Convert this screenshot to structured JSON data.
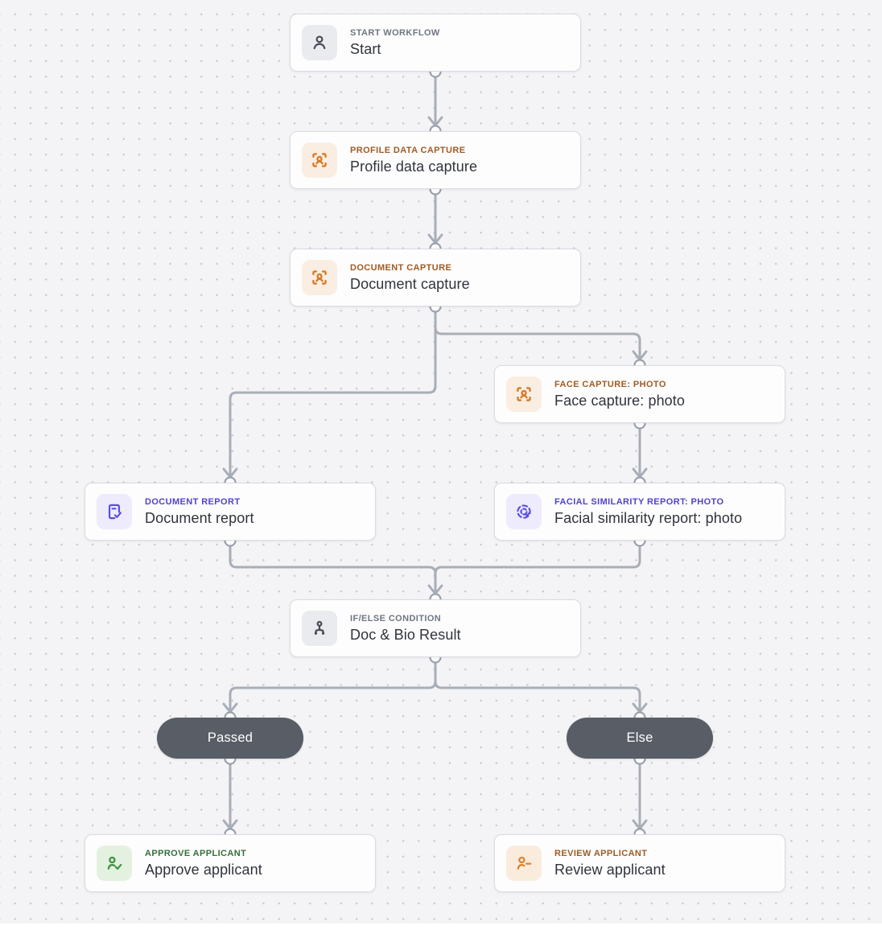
{
  "workflow": {
    "nodes": [
      {
        "id": "start",
        "category": "START WORKFLOW",
        "title": "Start",
        "icon": "user-icon"
      },
      {
        "id": "profile-data-capture",
        "category": "PROFILE DATA CAPTURE",
        "title": "Profile data capture",
        "icon": "capture-frame-icon"
      },
      {
        "id": "document-capture",
        "category": "DOCUMENT CAPTURE",
        "title": "Document capture",
        "icon": "capture-frame-icon"
      },
      {
        "id": "face-capture-photo",
        "category": "FACE CAPTURE: PHOTO",
        "title": "Face capture: photo",
        "icon": "capture-frame-icon"
      },
      {
        "id": "document-report",
        "category": "DOCUMENT REPORT",
        "title": "Document report",
        "icon": "document-check-icon"
      },
      {
        "id": "facial-similarity-report",
        "category": "FACIAL SIMILARITY REPORT: PHOTO",
        "title": "Facial similarity report: photo",
        "icon": "face-match-check-icon"
      },
      {
        "id": "if-else-condition",
        "category": "IF/ELSE CONDITION",
        "title": "Doc & Bio Result",
        "icon": "branch-split-icon"
      },
      {
        "id": "approve-applicant",
        "category": "APPROVE APPLICANT",
        "title": "Approve applicant",
        "icon": "user-check-icon"
      },
      {
        "id": "review-applicant",
        "category": "REVIEW APPLICANT",
        "title": "Review applicant",
        "icon": "user-minus-icon"
      }
    ],
    "branch_labels": [
      {
        "label": "Passed"
      },
      {
        "label": "Else"
      }
    ],
    "colors": {
      "canvas_background": "#f4f4f6",
      "canvas_dot": "#c9cad1",
      "card_background": "#fdfdfe",
      "card_border": "#d9dbe0",
      "connector": "#a8aeb8",
      "port_stroke": "#9aa0ac",
      "pill_background": "#585d66",
      "pill_text": "#ffffff",
      "title_text": "#30343b",
      "gray_tile": "#e9ebee",
      "gray_label": "#6f7580",
      "gray_icon": "#454a54",
      "orange_tile": "#faeee2",
      "orange_label": "#a05b23",
      "orange_icon": "#d87b28",
      "purple_tile": "#edebfc",
      "purple_label": "#4f43cd",
      "purple_icon": "#5a4fe0",
      "green_tile": "#e4f1e1",
      "green_label": "#34703a",
      "green_icon": "#3b9440",
      "peach_tile": "#faecdd",
      "peach_label": "#a05b23",
      "peach_icon": "#da8331"
    }
  }
}
